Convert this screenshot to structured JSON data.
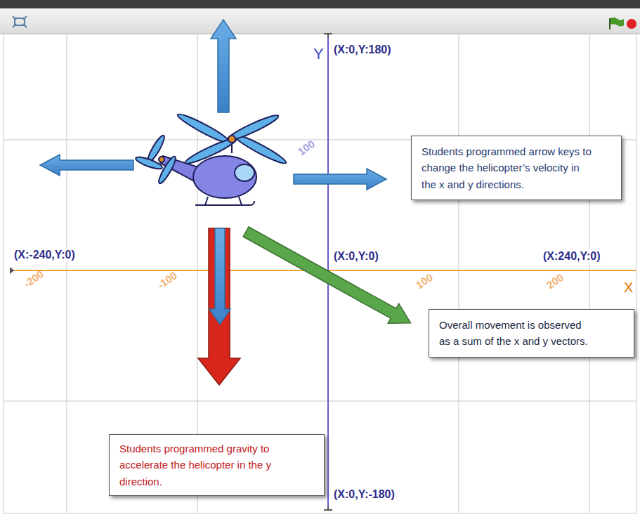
{
  "diagram": {
    "nodes": [
      {
        "text": [
          "Students programmed arrow keys to change the helicopter’s velocity in the x and y directions."
        ]
      },
      {
        "text": [
          "Overall movement is observed as a sum of the x and y vectors."
        ]
      },
      {
        "text": [
          "Students programmed gravity to accelerate the helicopter in the y direction."
        ]
      }
    ],
    "labels": [
      "(X:0,Y:180)",
      "Y",
      "100",
      "(X:-240,Y:0)",
      "(X:0,Y:0)",
      "(X:240,Y:0)",
      "-200",
      "-100",
      "100",
      "200",
      "X",
      "(X:0,Y:-180)"
    ]
  }
}
